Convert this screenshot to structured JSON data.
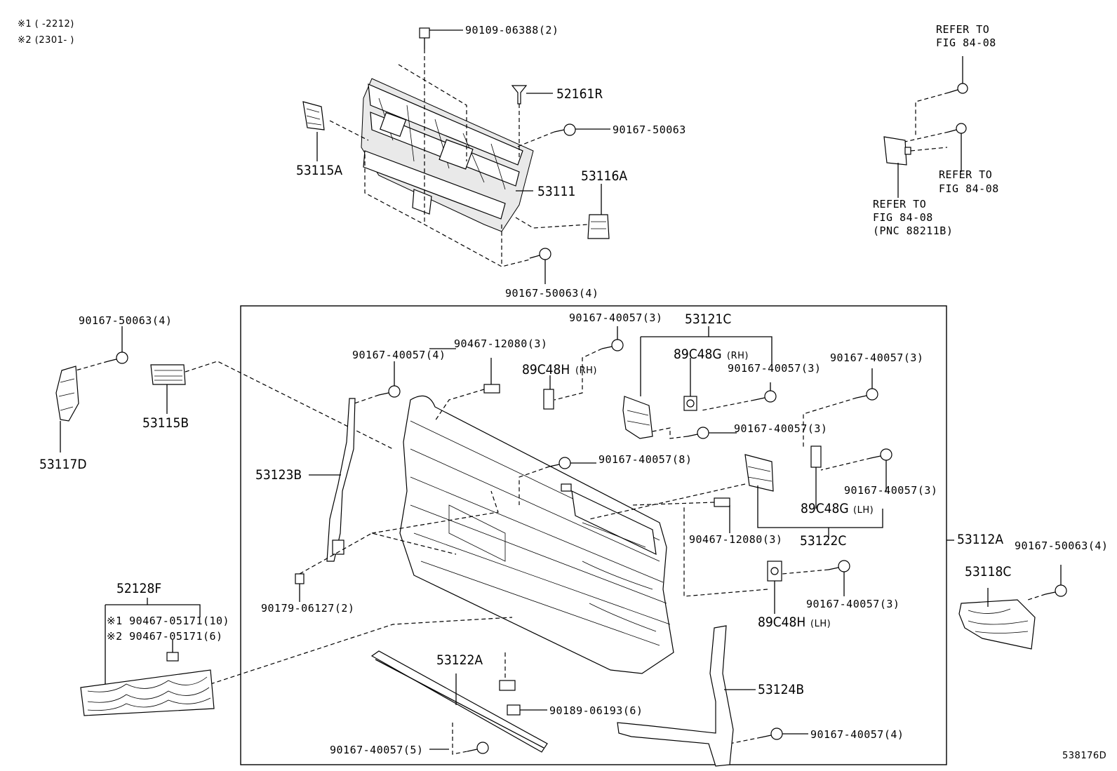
{
  "notes": {
    "note1": "※1 (      -2212)",
    "note2": "※2 (2301-      )"
  },
  "drawing_number": "538176D",
  "labels": {
    "p_90109_06388": "90109-06388(2)",
    "p_52161R": "52161R",
    "p_90167_50063_top": "90167-50063",
    "p_53115A": "53115A",
    "p_53116A": "53116A",
    "p_53111": "53111",
    "p_90167_50063_4_top": "90167-50063(4)",
    "refer1": [
      "REFER TO",
      "FIG 84-08"
    ],
    "refer2": [
      "REFER TO",
      "FIG 84-08"
    ],
    "refer3": [
      "REFER TO",
      "FIG 84-08",
      "(PNC 88211B)"
    ],
    "p_90167_50063_4_left": "90167-50063(4)",
    "p_53115B": "53115B",
    "p_53117D": "53117D",
    "p_90167_40057_3_top": "90167-40057(3)",
    "p_53121C": "53121C",
    "p_89C48G": "89C48G",
    "rh1": "(RH)",
    "p_90167_40057_4_a": "90167-40057(4)",
    "p_90467_12080_3_a": "90467-12080(3)",
    "p_89C48H": "89C48H",
    "rh2": "(RH)",
    "p_90167_40057_3_b": "90167-40057(3)",
    "p_90167_40057_3_c": "90167-40057(3)",
    "p_90167_40057_3_d": "90167-40057(3)",
    "p_90167_40057_8": "90167-40057(8)",
    "p_53123B": "53123B",
    "p_90167_40057_3_e": "90167-40057(3)",
    "p_89C48G_lh": "89C48G",
    "lh1": "(LH)",
    "p_90467_12080_3_b": "90467-12080(3)",
    "p_53122C": "53122C",
    "p_53112A": "53112A",
    "p_90167_50063_4_right": "90167-50063(4)",
    "p_53118C": "53118C",
    "p_52128F": "52128F",
    "p_note1_part": "※1 90467-05171(10)",
    "p_note2_part": "※2 90467-05171(6)",
    "p_90179_06127": "90179-06127(2)",
    "p_90167_40057_3_f": "90167-40057(3)",
    "p_89C48H_lh": "89C48H",
    "lh2": "(LH)",
    "p_53122A": "53122A",
    "p_53124B": "53124B",
    "p_90189_06193": "90189-06193(6)",
    "p_90167_40057_4_b": "90167-40057(4)",
    "p_90167_40057_5": "90167-40057(5)"
  }
}
